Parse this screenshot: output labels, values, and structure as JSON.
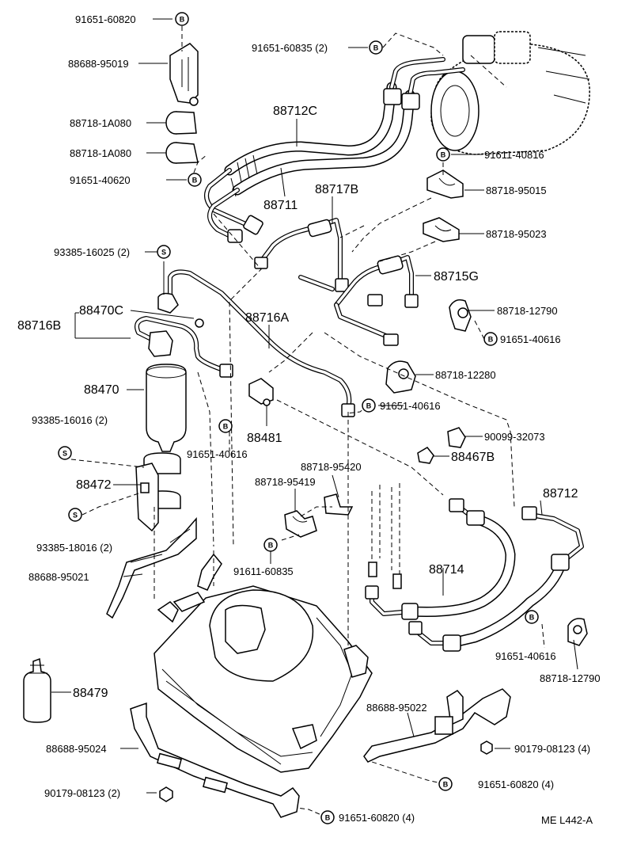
{
  "diagram": {
    "code": "ME  L442-A",
    "symbol_b": "B",
    "symbol_s": "S",
    "labels": {
      "p1": "91651-60820",
      "p2": "88688-95019",
      "p3": "88718-1A080",
      "p4": "88718-1A080",
      "p5": "91651-40620",
      "p6": "91651-60835 (2)",
      "p7": "88712C",
      "p8": "88711",
      "p9": "88717B",
      "p10": "91611-40816",
      "p11": "88718-95015",
      "p12": "88718-95023",
      "p13": "93385-16025 (2)",
      "p14": "88715G",
      "p15": "88470C",
      "p16": "88716B",
      "p17": "88716A",
      "p18": "88718-12790",
      "p19": "91651-40616",
      "p20": "88718-12280",
      "p21": "91651-40616",
      "p22": "88470",
      "p23": "88481",
      "p24": "93385-16016 (2)",
      "p25": "91651-40616",
      "p26": "90099-32073",
      "p27": "88467B",
      "p28": "88718-95420",
      "p29": "88718-95419",
      "p30": "88472",
      "p31": "88712",
      "p32": "93385-18016 (2)",
      "p33": "91611-60835",
      "p34": "88688-95021",
      "p35": "88714",
      "p36": "91651-40616",
      "p37": "88718-12790",
      "p38": "88479",
      "p39": "88688-95022",
      "p40": "88688-95024",
      "p41": "90179-08123 (4)",
      "p42": "91651-60820 (4)",
      "p43": "90179-08123 (2)",
      "p44": "91651-60820 (4)"
    }
  }
}
